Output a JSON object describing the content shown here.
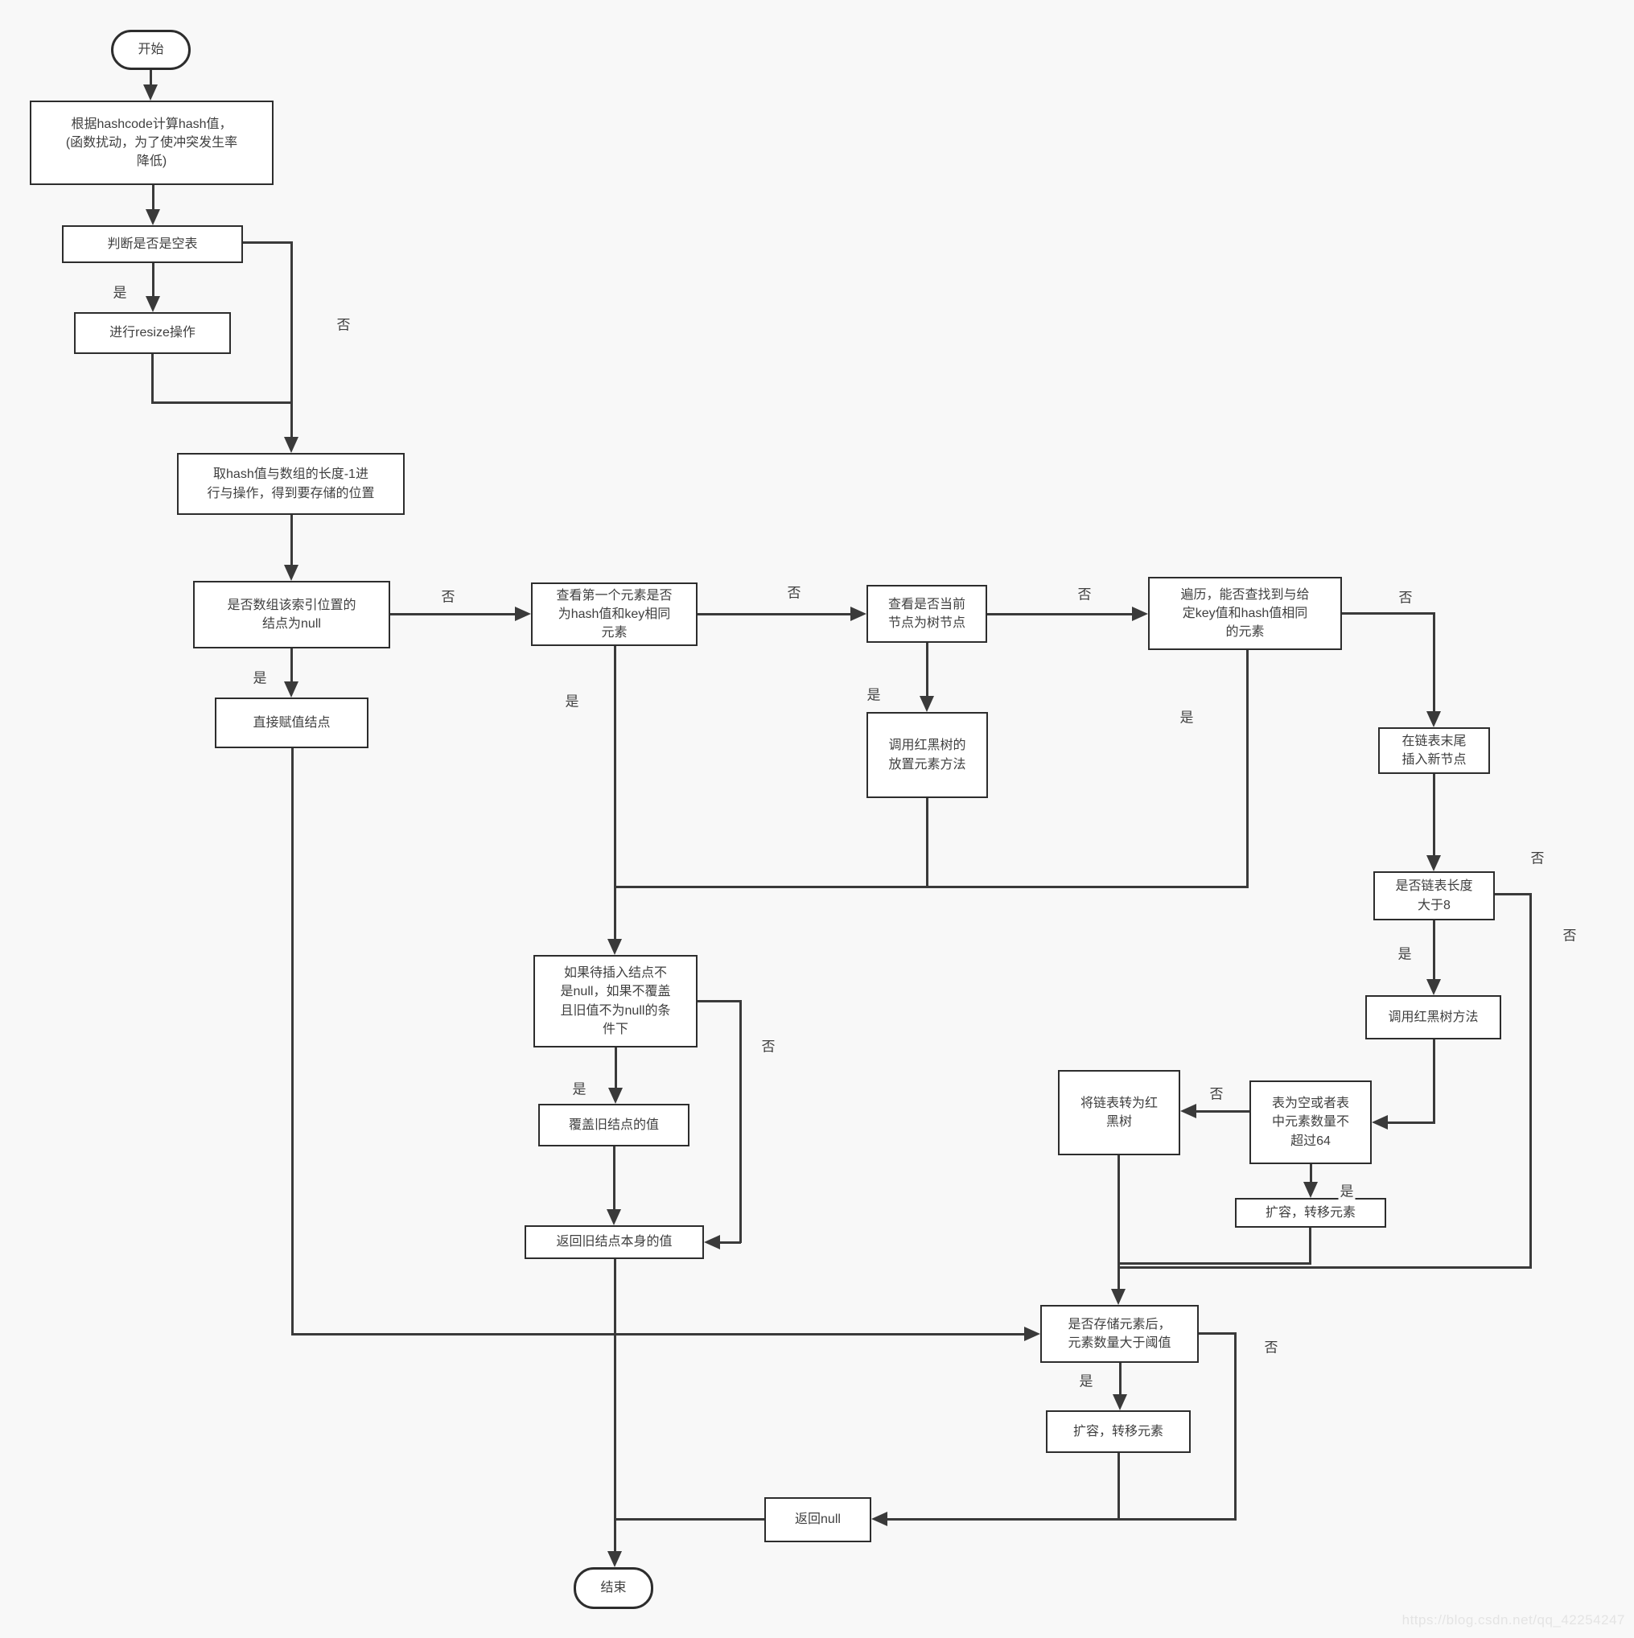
{
  "background": "#f8f8f8",
  "line_color": "#3a3a3a",
  "box_border_color": "#2d2d2d",
  "box_fill_color": "#ffffff",
  "labels": {
    "yes": "是",
    "no": "否"
  },
  "nodes": {
    "start": "开始",
    "hash_calc": "根据hashcode计算hash值，\n(函数扰动，为了使冲突发生率\n降低)",
    "check_empty": "判断是否是空表",
    "resize": "进行resize操作",
    "index_pos": "取hash值与数组的长度-1进\n行与操作，得到要存储的位置",
    "node_null": "是否数组该索引位置的\n结点为null",
    "assign_direct": "直接赋值结点",
    "first_same": "查看第一个元素是否\n为hash值和key相同\n元素",
    "is_tree_node": "查看是否当前\n节点为树节点",
    "rbt_put": "调用红黑树的\n放置元素方法",
    "traverse_find": "遍历，能否查找到与给\n定key值和hash值相同\n的元素",
    "append_tail": "在链表末尾\n插入新节点",
    "len_gt_8": "是否链表长度\n大于8",
    "rbt_method": "调用红黑树方法",
    "table_small": "表为空或者表\n中元素数量不\n超过64",
    "to_rbt": "将链表转为红\n黑树",
    "resize_move_right": "扩容，转移元素",
    "insert_cond": "如果待插入结点不\n是null，如果不覆盖\n且旧值不为null的条\n件下",
    "overwrite_old": "覆盖旧结点的值",
    "return_old": "返回旧结点本身的值",
    "size_gt_threshold": "是否存储元素后，\n元素数量大于阈值",
    "resize_move_bottom": "扩容，转移元素",
    "return_null": "返回null",
    "end": "结束"
  },
  "watermark": "https://blog.csdn.net/qq_42254247"
}
